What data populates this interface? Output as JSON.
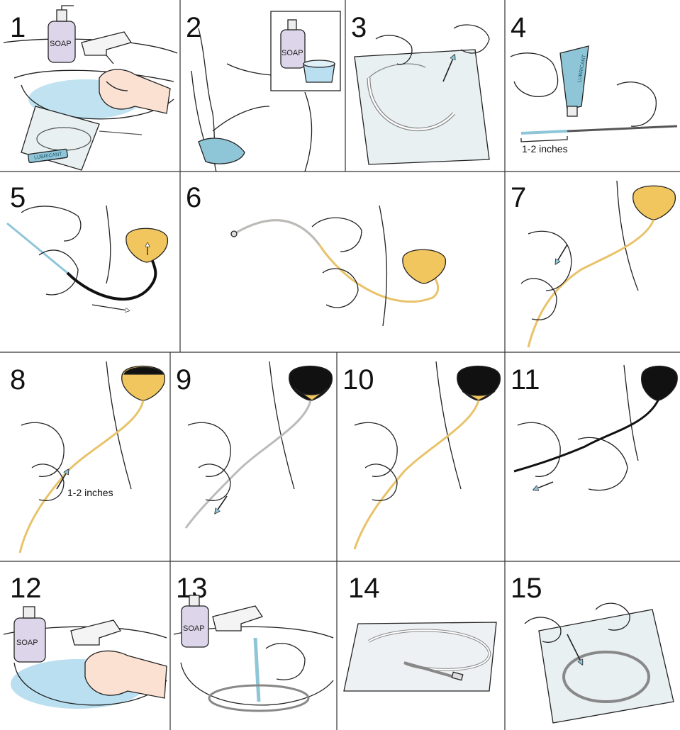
{
  "steps": [
    {
      "number": "1",
      "icon": "soap-pump-sink-washing-icon",
      "soap_label": "SOAP",
      "tube_label": "LUBRICANT"
    },
    {
      "number": "2",
      "icon": "cleaning-with-cloth-icon",
      "soap_label": "SOAP"
    },
    {
      "number": "3",
      "icon": "open-catheter-package-icon"
    },
    {
      "number": "4",
      "icon": "lubricant-tube-icon",
      "tube_label": "LUBRICANT",
      "measure_label": "1-2 inches"
    },
    {
      "number": "5",
      "icon": "insert-catheter-icon"
    },
    {
      "number": "6",
      "icon": "insert-catheter-icon"
    },
    {
      "number": "7",
      "icon": "urine-draining-icon"
    },
    {
      "number": "8",
      "icon": "advance-catheter-icon",
      "measure_label": "1-2 inches"
    },
    {
      "number": "9",
      "icon": "withdraw-catheter-icon"
    },
    {
      "number": "10",
      "icon": "urine-draining-icon"
    },
    {
      "number": "11",
      "icon": "remove-catheter-icon"
    },
    {
      "number": "12",
      "icon": "soap-pump-sink-washing-icon",
      "soap_label": "SOAP"
    },
    {
      "number": "13",
      "icon": "rinse-catheter-sink-icon",
      "soap_label": "SOAP"
    },
    {
      "number": "14",
      "icon": "catheter-drying-on-towel-icon"
    },
    {
      "number": "15",
      "icon": "store-catheter-in-bag-icon"
    }
  ],
  "colors": {
    "line": "#222222",
    "urine": "#e8c36a",
    "urine_fill": "#f2c65e",
    "water": "#b9dff0",
    "skin_tint": "#fbe1d2",
    "cloth": "#8ec6d8",
    "bag": "#e9f0f2",
    "bladder_dark": "#111111"
  }
}
